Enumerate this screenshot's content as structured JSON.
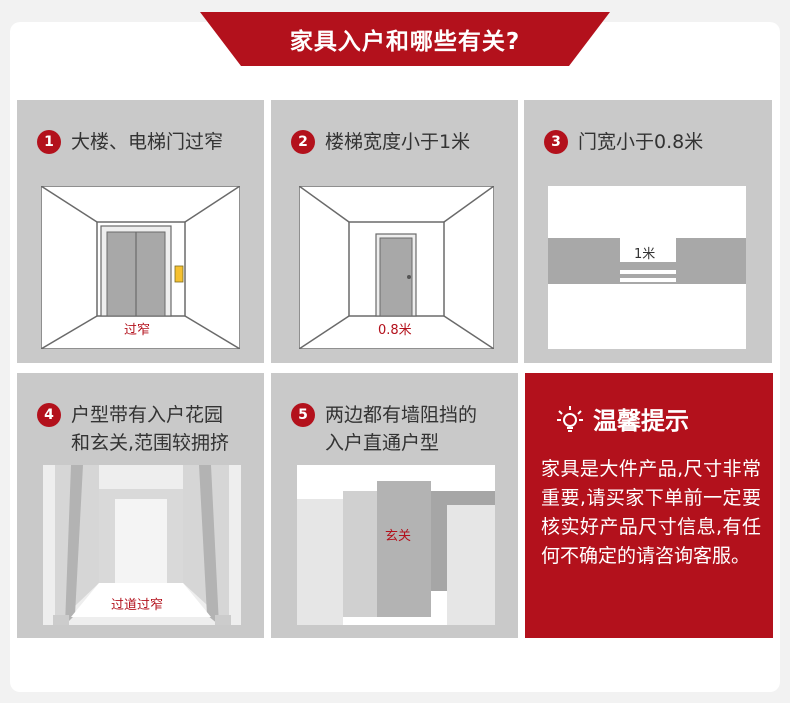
{
  "banner": {
    "title": "家具入户和哪些有关?"
  },
  "panels": [
    {
      "num": "1",
      "title": "大楼、电梯门过窄",
      "label": "过窄"
    },
    {
      "num": "2",
      "title": "楼梯宽度小于1米",
      "label": "0.8米"
    },
    {
      "num": "3",
      "title": "门宽小于0.8米",
      "label": "1米"
    },
    {
      "num": "4",
      "title": "户型带有入户花园\n和玄关,范围较拥挤",
      "label": "过道过窄"
    },
    {
      "num": "5",
      "title": "两边都有墙阻挡的\n入户直通户型",
      "label": "玄关"
    }
  ],
  "tip": {
    "title": "温馨提示",
    "icon": "lightbulb-icon",
    "body": "家具是大件产品,尺寸非常重要,请买家下单前一定要核实好产品尺寸信息,有任何不确定的请咨询客服。"
  },
  "colors": {
    "accent": "#b3111c",
    "panel": "#c9c9c9"
  }
}
